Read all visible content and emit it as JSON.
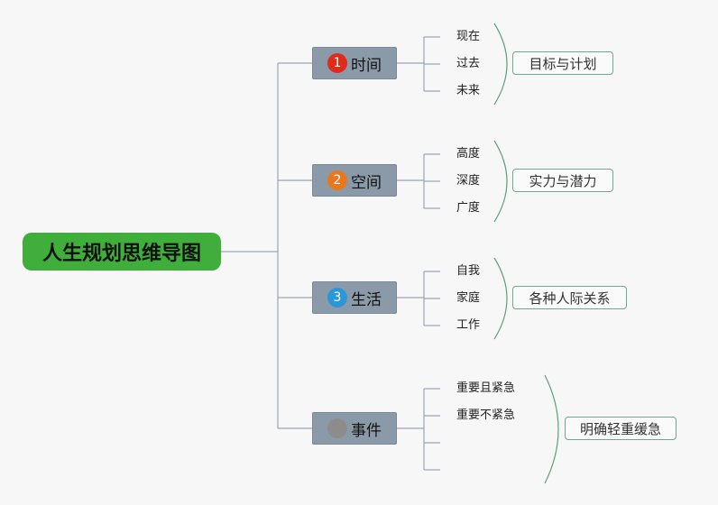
{
  "root": {
    "label": "人生规划思维导图",
    "color": "#3fae3a"
  },
  "branches": [
    {
      "number": "1",
      "number_color": "#e02a1a",
      "label": "时间",
      "items": [
        "现在",
        "过去",
        "未来"
      ],
      "summary": "目标与计划"
    },
    {
      "number": "2",
      "number_color": "#e8781e",
      "label": "空间",
      "items": [
        "高度",
        "深度",
        "广度"
      ],
      "summary": "实力与潜力"
    },
    {
      "number": "3",
      "number_color": "#2a98d8",
      "label": "生活",
      "items": [
        "自我",
        "家庭",
        "工作"
      ],
      "summary": "各种人际关系"
    },
    {
      "number": "",
      "number_color": "#8c8c8c",
      "label": "事件",
      "items": [
        "重要且紧急",
        "重要不紧急",
        "",
        ""
      ],
      "summary": "明确轻重缓急"
    }
  ],
  "colors": {
    "branch_fill": "#8a9aa8",
    "line": "#9aa6b2",
    "summary_border": "#6fa88c"
  }
}
